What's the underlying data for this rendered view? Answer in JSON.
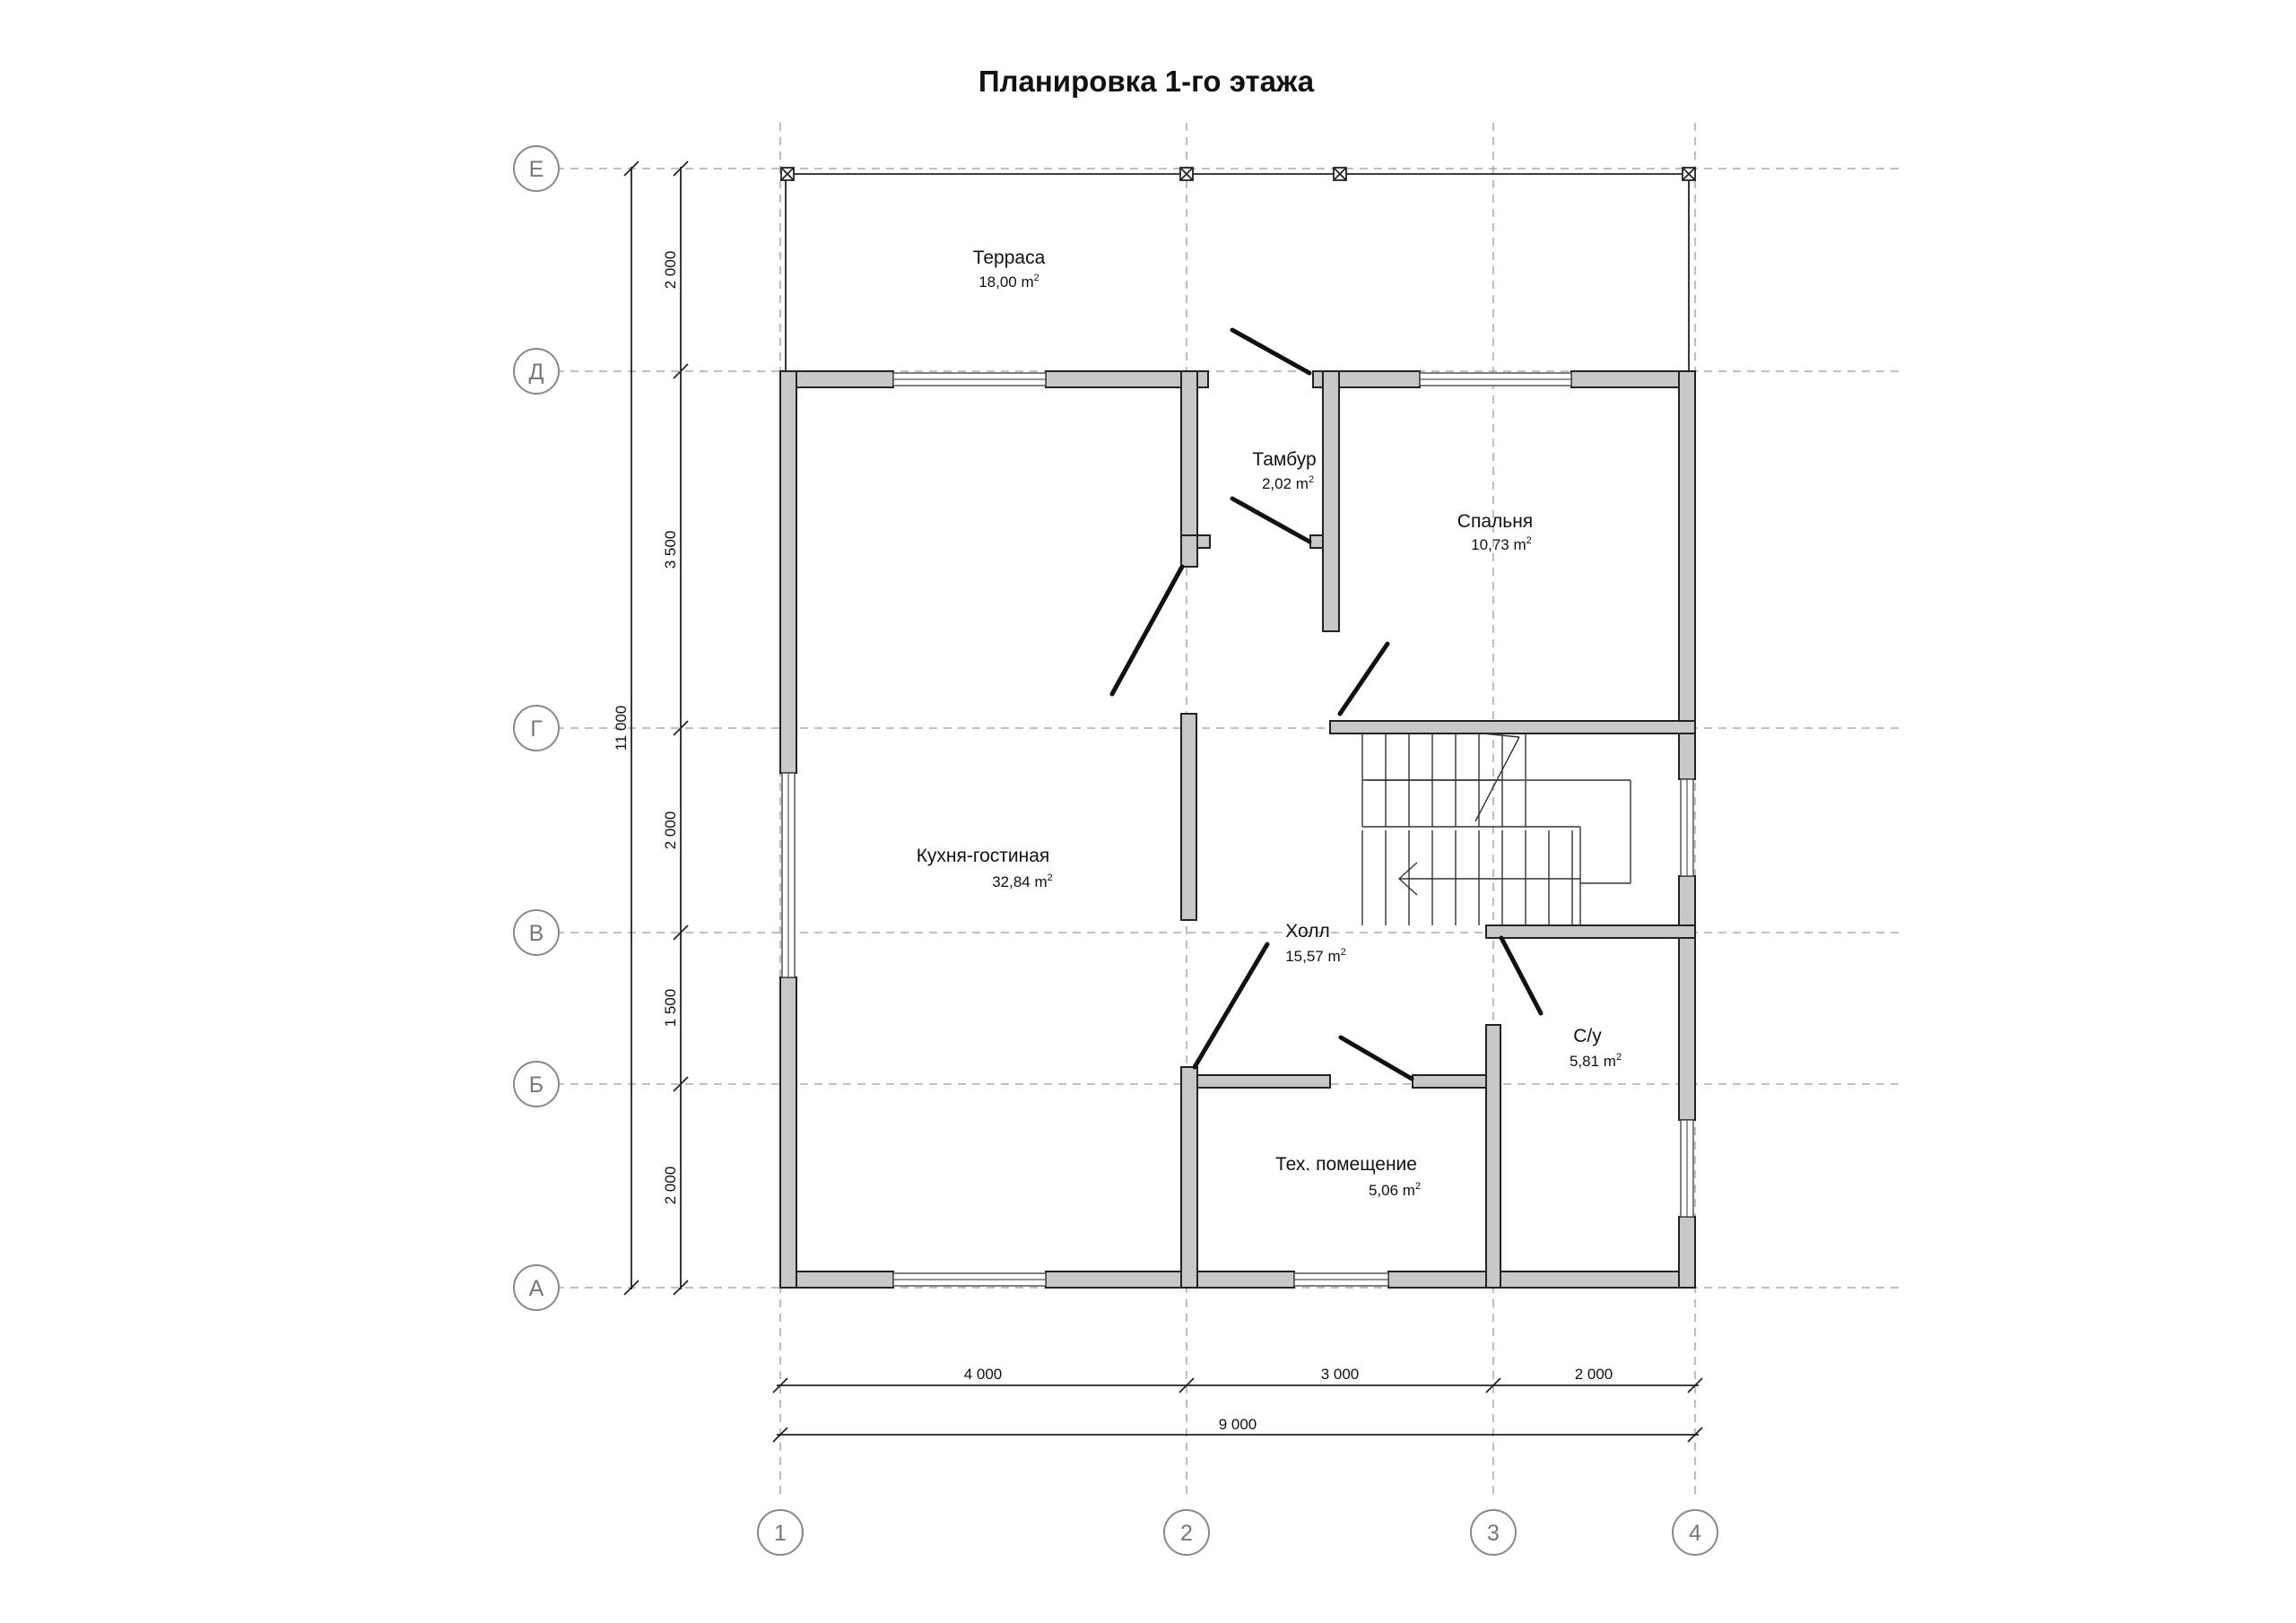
{
  "title": "Планировка 1-го этажа",
  "axes": {
    "columns": [
      "1",
      "2",
      "3",
      "4"
    ],
    "rows": [
      "А",
      "Б",
      "В",
      "Г",
      "Д",
      "Е"
    ]
  },
  "rooms": [
    {
      "id": "terrace",
      "name": "Терраса",
      "area": "18,00",
      "unit": "m"
    },
    {
      "id": "tambur",
      "name": "Тамбур",
      "area": "2,02",
      "unit": "m"
    },
    {
      "id": "bedroom",
      "name": "Спальня",
      "area": "10,73",
      "unit": "m"
    },
    {
      "id": "kitchen",
      "name": "Кухня-гостиная",
      "area": "32,84",
      "unit": "m"
    },
    {
      "id": "hall",
      "name": "Холл",
      "area": "15,57",
      "unit": "m"
    },
    {
      "id": "wc",
      "name": "С/у",
      "area": "5,81",
      "unit": "m"
    },
    {
      "id": "tech",
      "name": "Тех. помещение",
      "area": "5,06",
      "unit": "m"
    }
  ],
  "area_exponent": "2",
  "dimensions": {
    "horizontal": [
      "4 000",
      "3 000",
      "2 000"
    ],
    "horizontal_total": "9 000",
    "vertical": [
      "2 000",
      "3 500",
      "2 000",
      "1 500",
      "2 000"
    ],
    "vertical_total": "11 000"
  },
  "colors": {
    "wall_fill": "#c8c8c8",
    "outline": "#222222",
    "grid": "#9a9a9a",
    "axis_bubble": "#888888"
  }
}
